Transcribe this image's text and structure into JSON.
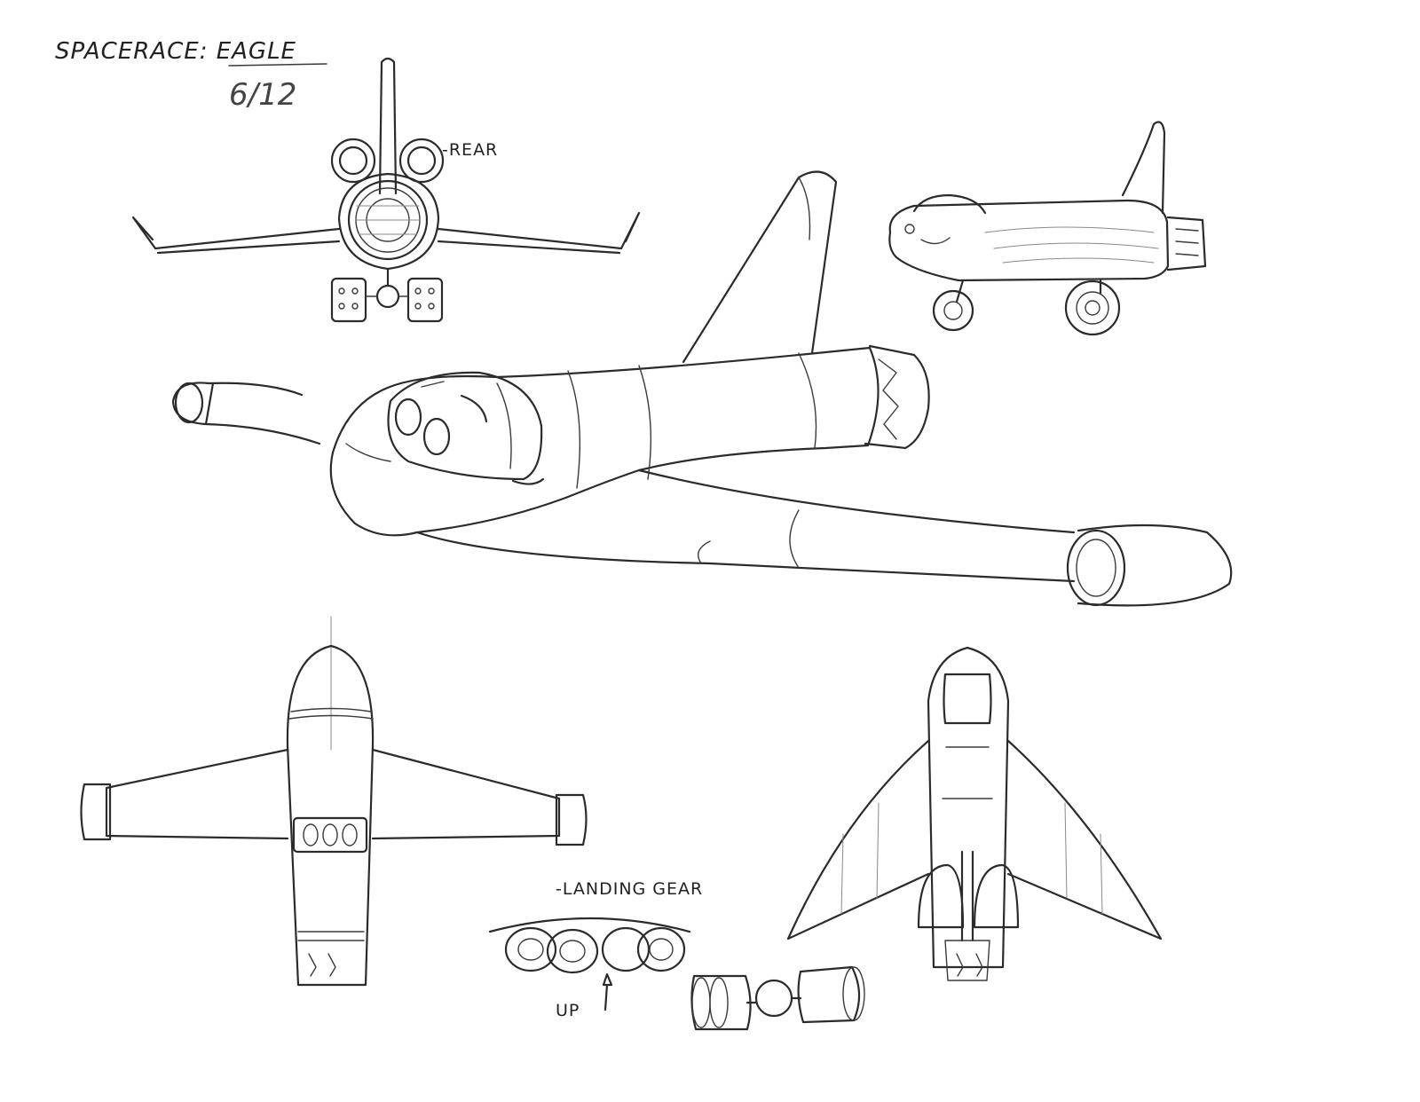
{
  "sheet": {
    "title": "SPACERACE: EAGLE",
    "date": "6/12"
  },
  "labels": {
    "rear": "-REAR",
    "landing_gear": "-LANDING GEAR",
    "up": "UP"
  }
}
